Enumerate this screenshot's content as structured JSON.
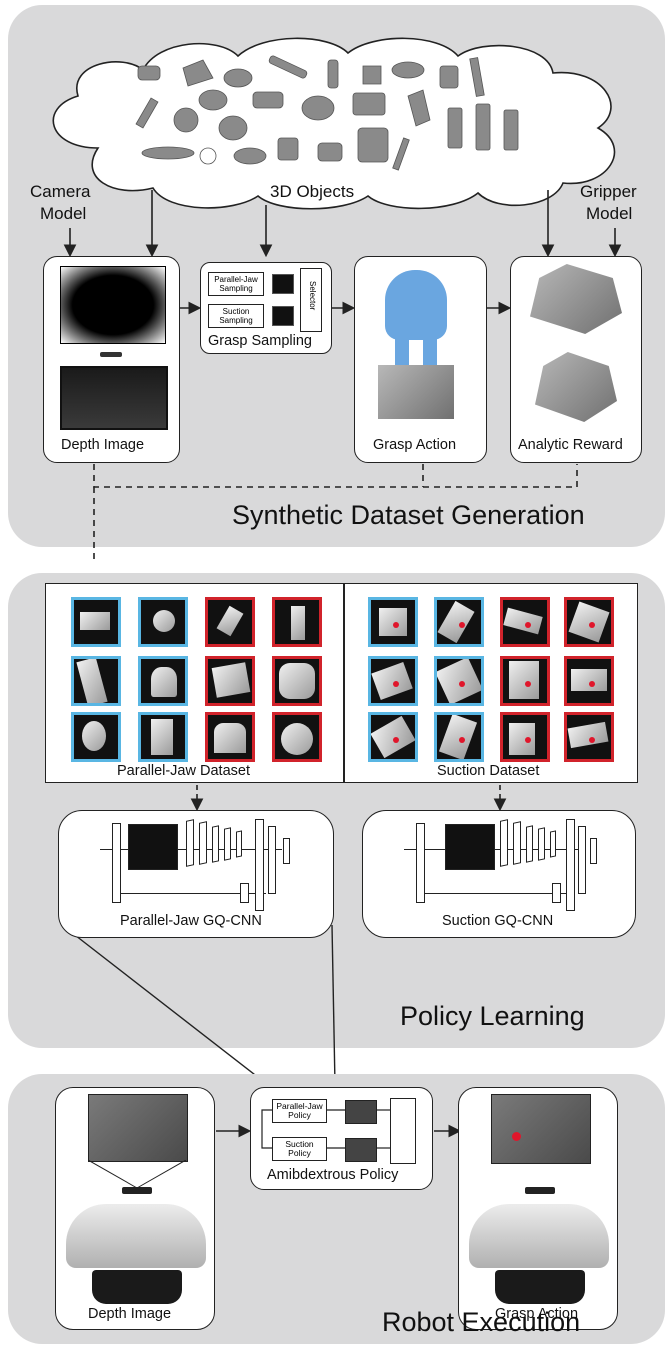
{
  "synthetic": {
    "section_title": "Synthetic Dataset Generation",
    "objects_label": "3D Objects",
    "camera_model": [
      "Camera",
      "Model"
    ],
    "gripper_model": [
      "Gripper",
      "Model"
    ],
    "depth_image": "Depth Image",
    "grasp_sampling": "Grasp Sampling",
    "parallel_jaw_sampling": [
      "Parallel-Jaw",
      "Sampling"
    ],
    "suction_sampling": [
      "Suction",
      "Sampling"
    ],
    "selector": "Selector",
    "grasp_action": "Grasp Action",
    "analytic_reward": "Analytic Reward"
  },
  "policy": {
    "section_title": "Policy Learning",
    "parallel_dataset": "Parallel-Jaw Dataset",
    "suction_dataset": "Suction Dataset",
    "parallel_gqcnn": "Parallel-Jaw GQ-CNN",
    "suction_gqcnn": "Suction GQ-CNN"
  },
  "robot": {
    "section_title": "Robot Execution",
    "depth_image": "Depth Image",
    "ambidextrous_policy": "Amibdextrous Policy",
    "parallel_jaw_policy": [
      "Parallel-Jaw",
      "Policy"
    ],
    "suction_policy": [
      "Suction",
      "Policy"
    ],
    "grasp_action": "Grasp Action"
  },
  "colors": {
    "section_bg": "#d9d9da",
    "positive": "#59b6e3",
    "negative": "#d1232b",
    "object_blue": "#6aa6e0"
  }
}
